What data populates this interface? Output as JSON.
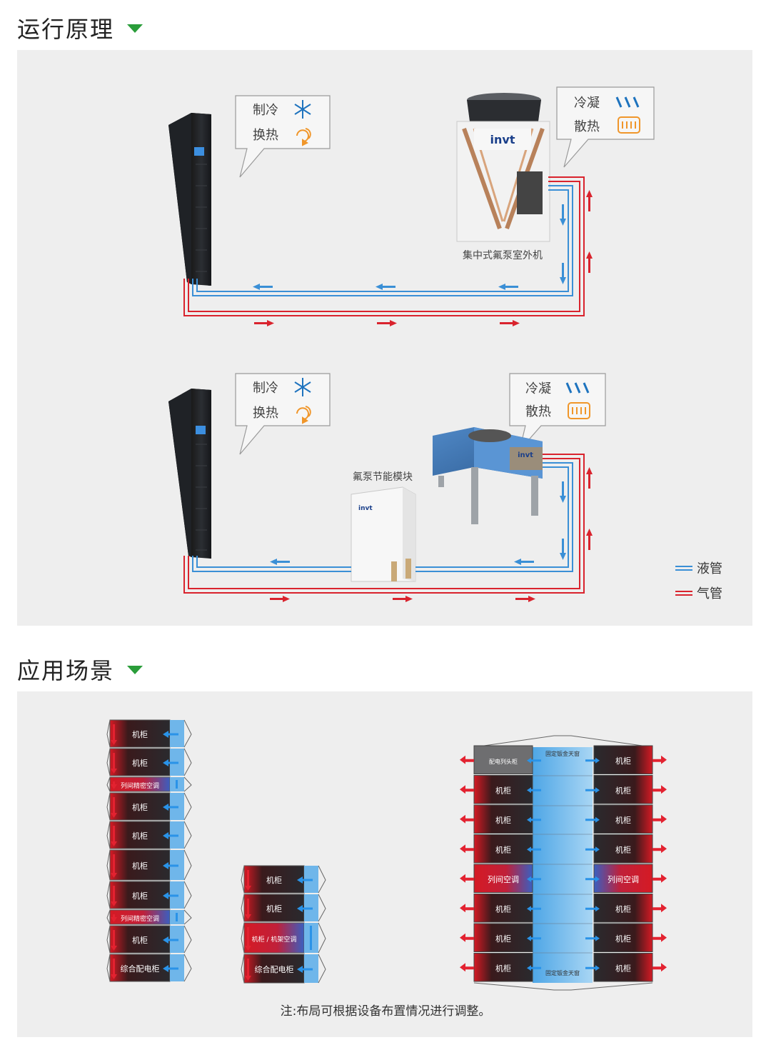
{
  "sections": {
    "principle_title": "运行原理",
    "scenario_title": "应用场景"
  },
  "colors": {
    "liquid_pipe": "#3a8fd6",
    "gas_pipe": "#d9232d",
    "accent_green": "#2a9d3a",
    "snow_icon": "#1e73be",
    "recycle_icon": "#f0962a"
  },
  "diagram1": {
    "bubble_left": {
      "line1": "制冷",
      "line2": "换热",
      "icon1": "snowflake-icon",
      "icon2": "recycle-icon"
    },
    "bubble_right": {
      "line1": "冷凝",
      "line2": "散热",
      "icon1": "condense-lines-icon",
      "icon2": "heat-coil-icon"
    },
    "outdoor_label": "集中式氟泵室外机",
    "logo": "invt"
  },
  "diagram2": {
    "bubble_left": {
      "line1": "制冷",
      "line2": "换热",
      "icon1": "snowflake-icon",
      "icon2": "recycle-icon"
    },
    "bubble_right": {
      "line1": "冷凝",
      "line2": "散热",
      "icon1": "condense-lines-icon",
      "icon2": "heat-coil-icon"
    },
    "module_label": "氟泵节能模块",
    "logo": "invt"
  },
  "legend": {
    "liquid": "液管",
    "gas": "气管"
  },
  "scenarios": {
    "column1": [
      "机柜",
      "机柜",
      "列间精密空调",
      "机柜",
      "机柜",
      "机柜",
      "机柜",
      "列间精密空调",
      "机柜",
      "综合配电柜"
    ],
    "column2": [
      "机柜",
      "机柜",
      "机柜 / 机架空调",
      "综合配电柜"
    ],
    "aisle_left": [
      "配电列头柜",
      "机柜",
      "机柜",
      "机柜",
      "列间空调",
      "机柜",
      "机柜",
      "机柜"
    ],
    "aisle_right": [
      "机柜",
      "机柜",
      "机柜",
      "机柜",
      "列间空调",
      "机柜",
      "机柜",
      "机柜"
    ],
    "aisle_top": "固定钣金天窗",
    "aisle_bottom": "固定钣金天窗",
    "note": "注:布局可根据设备布置情况进行调整。"
  }
}
